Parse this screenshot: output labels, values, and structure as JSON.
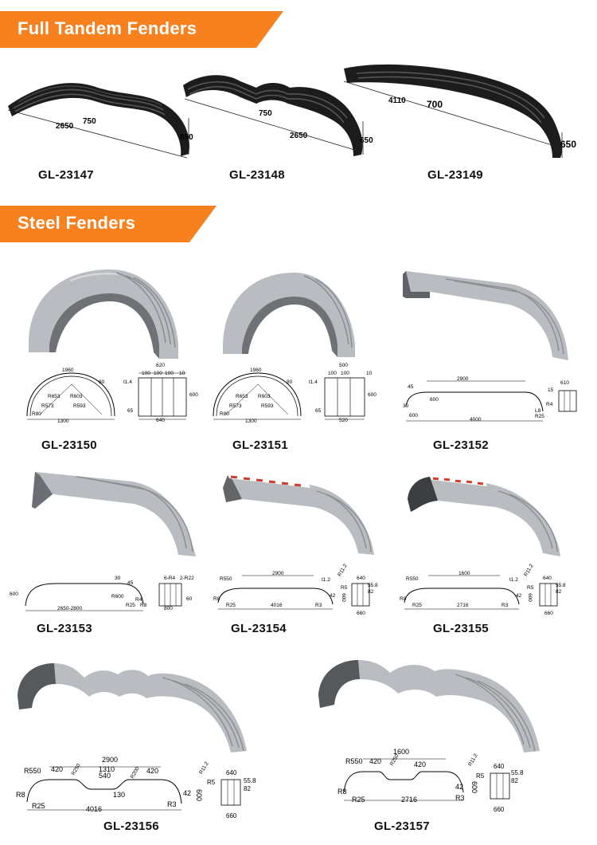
{
  "colors": {
    "banner": "#f7811e",
    "rubber": "#1c1c1c",
    "steel": "#b9bdc1",
    "reflector_red": "#d63a2c"
  },
  "sections": {
    "tandem": "Full Tandem Fenders",
    "steel": "Steel Fenders"
  },
  "products": {
    "p23147": {
      "code": "GL-23147",
      "dims": [
        "2650",
        "750",
        "650"
      ]
    },
    "p23148": {
      "code": "GL-23148",
      "dims": [
        "750",
        "2650",
        "650"
      ]
    },
    "p23149": {
      "code": "GL-23149",
      "dims": [
        "4110",
        "700",
        "650"
      ]
    },
    "p23150": {
      "code": "GL-23150",
      "dims": [
        "1960",
        "80",
        "R653",
        "R603",
        "R573",
        "R593",
        "R80",
        "1300",
        "620",
        "100",
        "100",
        "100",
        "10",
        "t1.4",
        "600",
        "65",
        "640"
      ]
    },
    "p23151": {
      "code": "GL-23151",
      "dims": [
        "1960",
        "80",
        "R653",
        "R603",
        "R573",
        "R593",
        "R80",
        "1300",
        "500",
        "100",
        "100",
        "10",
        "t1.4",
        "600",
        "65",
        "520"
      ]
    },
    "p23152": {
      "code": "GL-23152",
      "dims": [
        "2900",
        "45",
        "30",
        "600",
        "600",
        "4000",
        "15",
        "R4",
        "L8",
        "R25",
        "610"
      ]
    },
    "p23153": {
      "code": "GL-23153",
      "dims": [
        "30",
        "45",
        "600",
        "2650-2800",
        "R600",
        "R4",
        "R25",
        "R8",
        "6-R4",
        "2-R22",
        "60",
        "800"
      ]
    },
    "p23154": {
      "code": "GL-23154",
      "dims": [
        "R550",
        "2900",
        "t1.2",
        "R11.2",
        "R5",
        "640",
        "55.8",
        "82",
        "R8",
        "R25",
        "4016",
        "R3",
        "42",
        "600",
        "660"
      ]
    },
    "p23155": {
      "code": "GL-23155",
      "dims": [
        "R550",
        "1600",
        "t1.2",
        "R11.2",
        "R5",
        "640",
        "55.8",
        "82",
        "R8",
        "R25",
        "2716",
        "R3",
        "42",
        "600",
        "660"
      ]
    },
    "p23156": {
      "code": "GL-23156",
      "dims": [
        "R550",
        "420",
        "R250",
        "2900",
        "1310",
        "540",
        "R200",
        "420",
        "130",
        "R8",
        "R25",
        "4016",
        "R3",
        "42",
        "600",
        "R11.2",
        "R5",
        "640",
        "55.8",
        "82",
        "660"
      ]
    },
    "p23157": {
      "code": "GL-23157",
      "dims": [
        "R550",
        "420",
        "R250",
        "1600",
        "420",
        "R8",
        "R25",
        "2716",
        "R3",
        "42",
        "600",
        "R11.2",
        "R5",
        "640",
        "55.8",
        "82",
        "660"
      ]
    }
  }
}
